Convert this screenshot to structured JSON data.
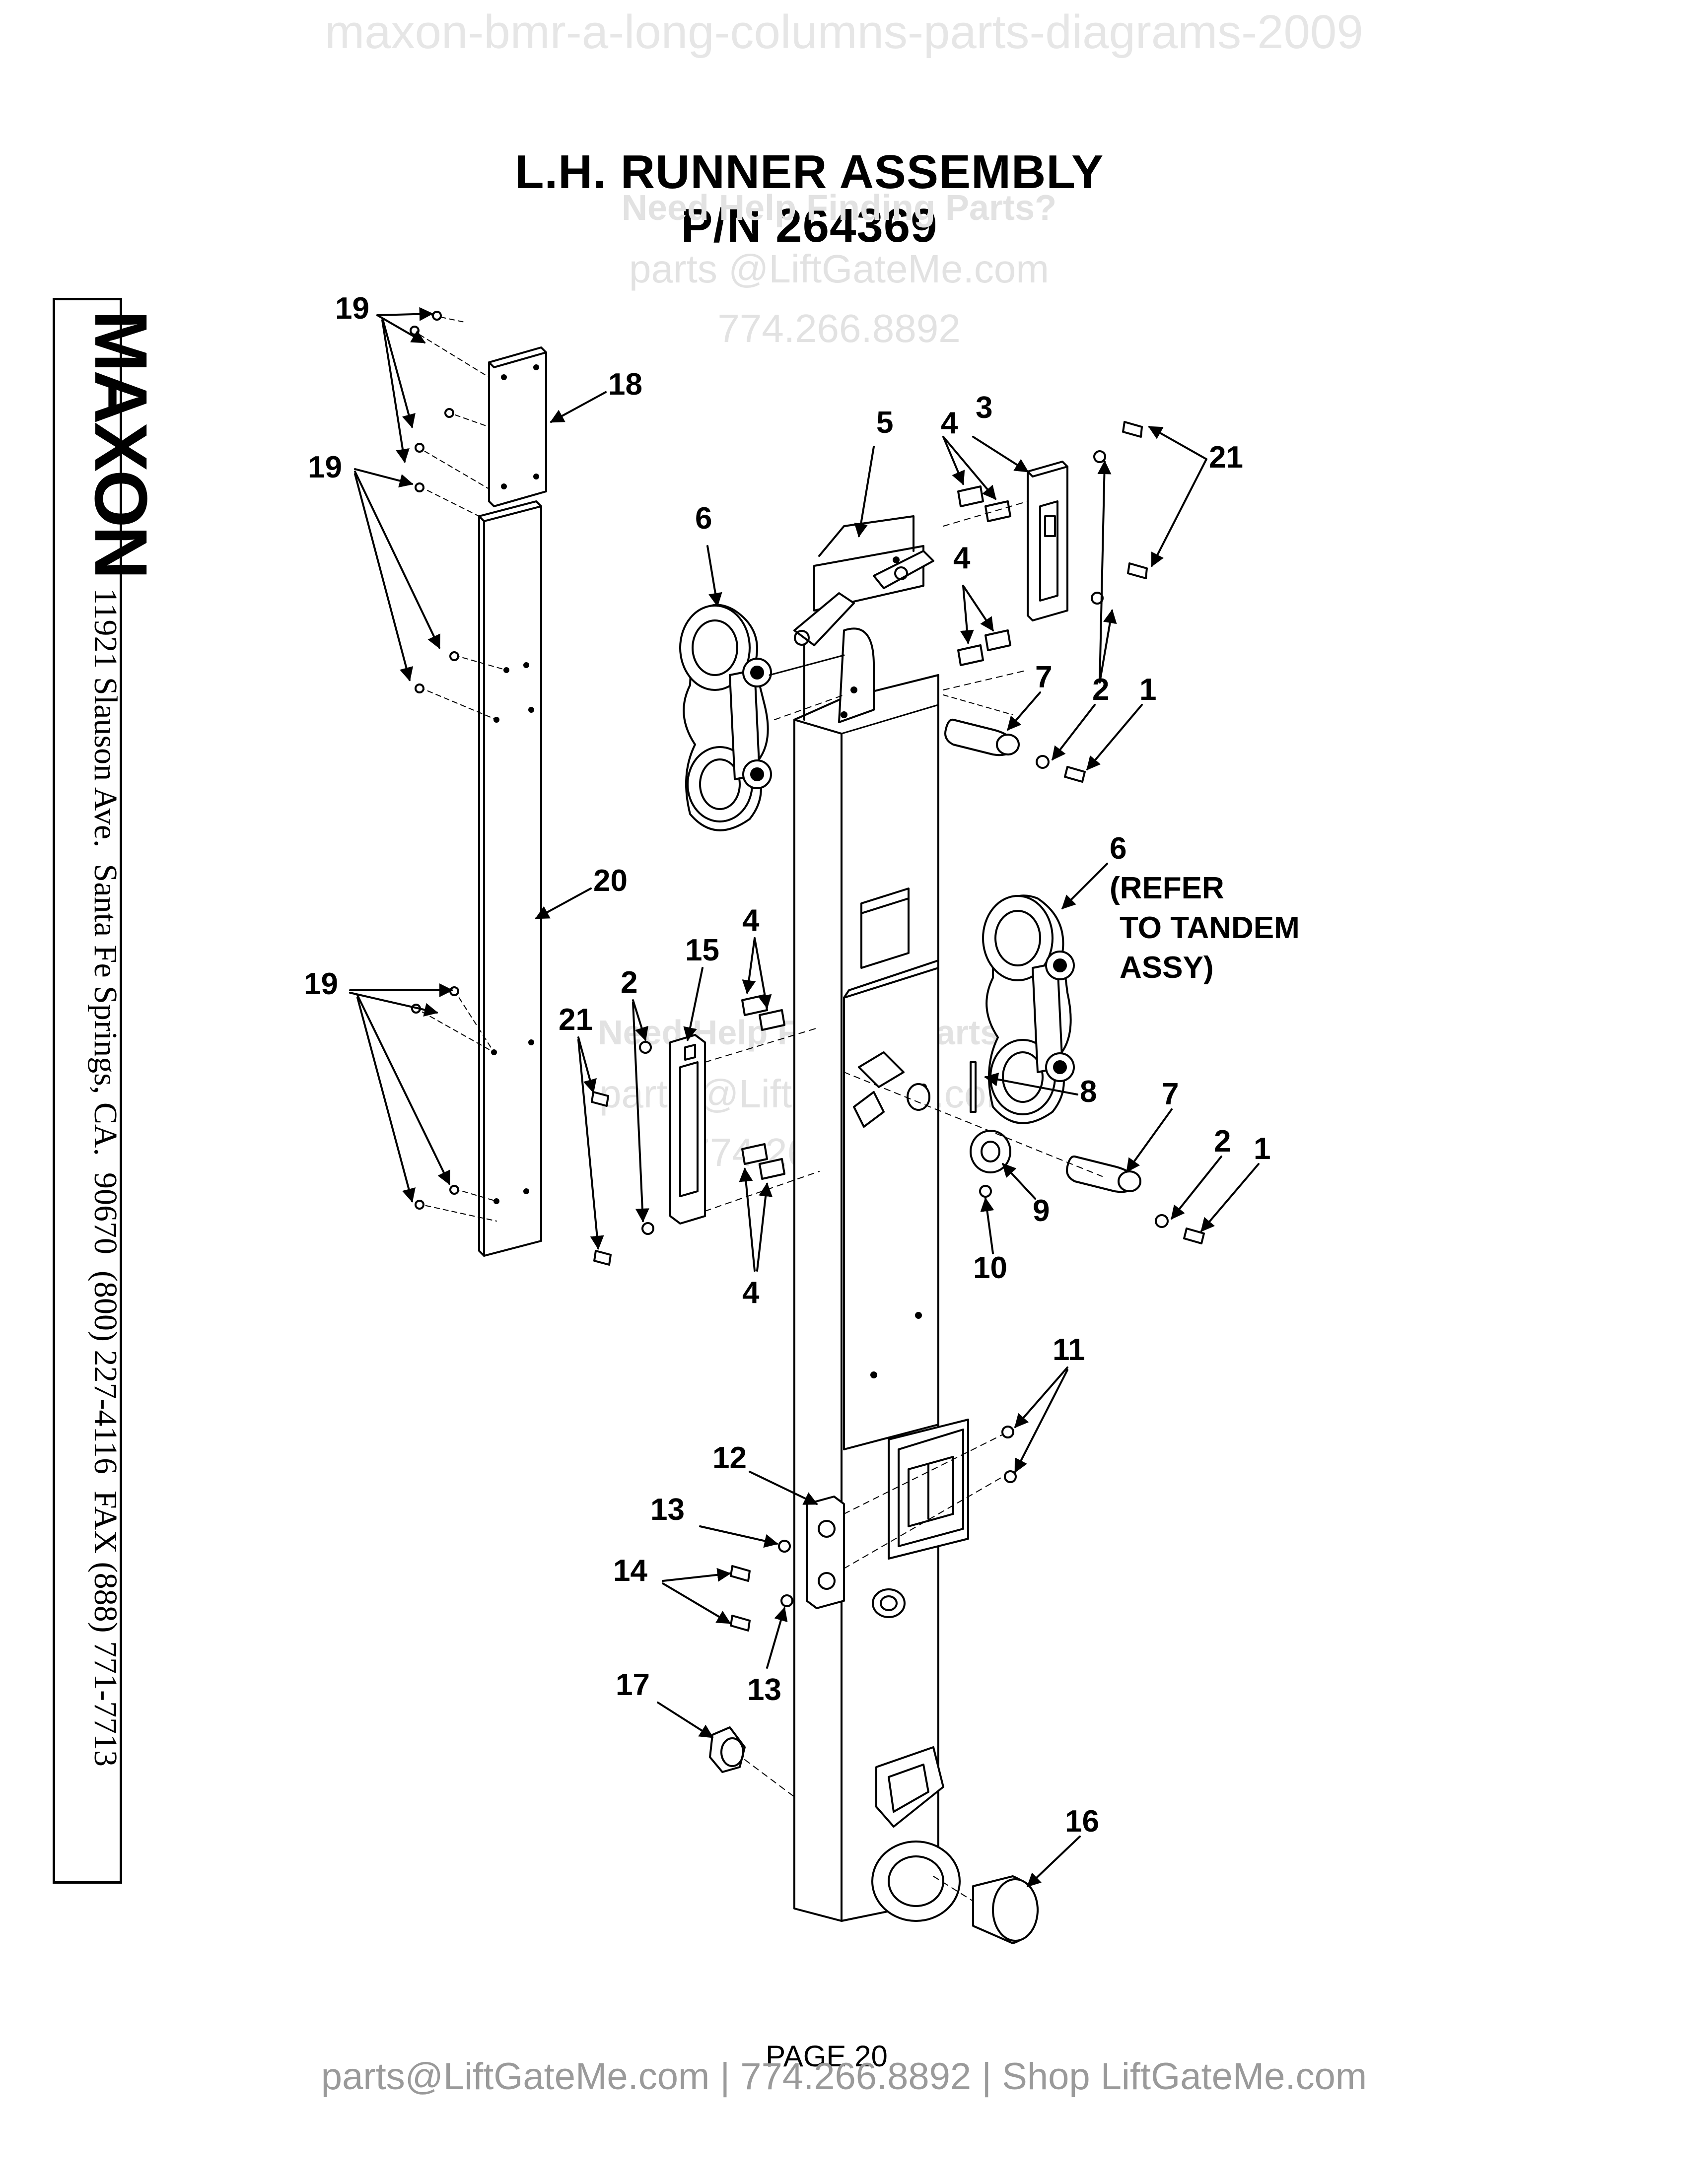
{
  "document_header": "maxon-bmr-a-long-columns-parts-diagrams-2009",
  "title": {
    "line1": "L.H. RUNNER ASSEMBLY",
    "line2": "P/N 264369"
  },
  "watermark": {
    "heading": "Need Help Finding Parts?",
    "email": "parts @LiftGateMe.com",
    "phone": "774.266.8892"
  },
  "brand": {
    "name": "MAXON",
    "address": "11921 Slauson Ave.  Santa Fe Springs, CA.  90670  (800) 227-4116  FAX (888) 771-7713"
  },
  "callouts": {
    "c1a": "1",
    "c1b": "1",
    "c2a": "2",
    "c2b": "2",
    "c2c": "2",
    "c3": "3",
    "c4a": "4",
    "c4b": "4",
    "c4c": "4",
    "c4d": "4",
    "c5": "5",
    "c6a": "6",
    "c6b": "6",
    "c6note1": "(REFER",
    "c6note2": "TO TANDEM",
    "c6note3": "ASSY)",
    "c7a": "7",
    "c7b": "7",
    "c8": "8",
    "c9": "9",
    "c10": "10",
    "c11": "11",
    "c12": "12",
    "c13a": "13",
    "c13b": "13",
    "c14": "14",
    "c15": "15",
    "c16": "16",
    "c17": "17",
    "c18": "18",
    "c19a": "19",
    "c19b": "19",
    "c19c": "19",
    "c20": "20",
    "c21a": "21",
    "c21b": "21"
  },
  "page_label": "PAGE 20",
  "footer": "parts@LiftGateMe.com | 774.266.8892 | Shop LiftGateMe.com"
}
